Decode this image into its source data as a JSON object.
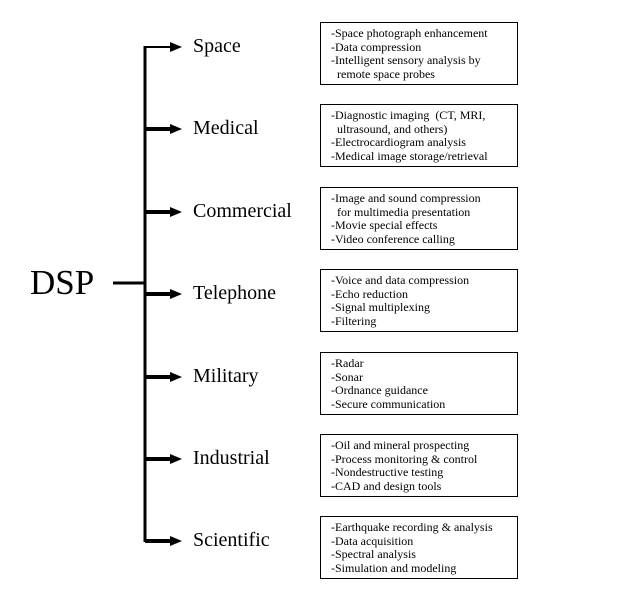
{
  "root": "DSP",
  "branches": [
    {
      "label": "Space",
      "items": [
        "-Space photograph enhancement",
        "-Data compression",
        "-Intelligent sensory analysis by",
        "  remote space probes"
      ]
    },
    {
      "label": "Medical",
      "items": [
        "-Diagnostic imaging  (CT, MRI,",
        "  ultrasound, and others)",
        "-Electrocardiogram analysis",
        "-Medical image storage/retrieval"
      ]
    },
    {
      "label": "Commercial",
      "items": [
        "-Image and sound compression",
        "  for multimedia presentation",
        "-Movie special effects",
        "-Video conference calling"
      ]
    },
    {
      "label": "Telephone",
      "items": [
        "-Voice and data compression",
        "-Echo reduction",
        "-Signal multiplexing",
        "-Filtering"
      ]
    },
    {
      "label": "Military",
      "items": [
        "-Radar",
        "-Sonar",
        "-Ordnance guidance",
        "-Secure communication"
      ]
    },
    {
      "label": "Industrial",
      "items": [
        "-Oil and mineral prospecting",
        "-Process monitoring & control",
        "-Nondestructive testing",
        "-CAD and design tools"
      ]
    },
    {
      "label": "Scientific",
      "items": [
        "-Earthquake recording & analysis",
        "-Data acquisition",
        "-Spectral analysis",
        "-Simulation and modeling"
      ]
    }
  ]
}
